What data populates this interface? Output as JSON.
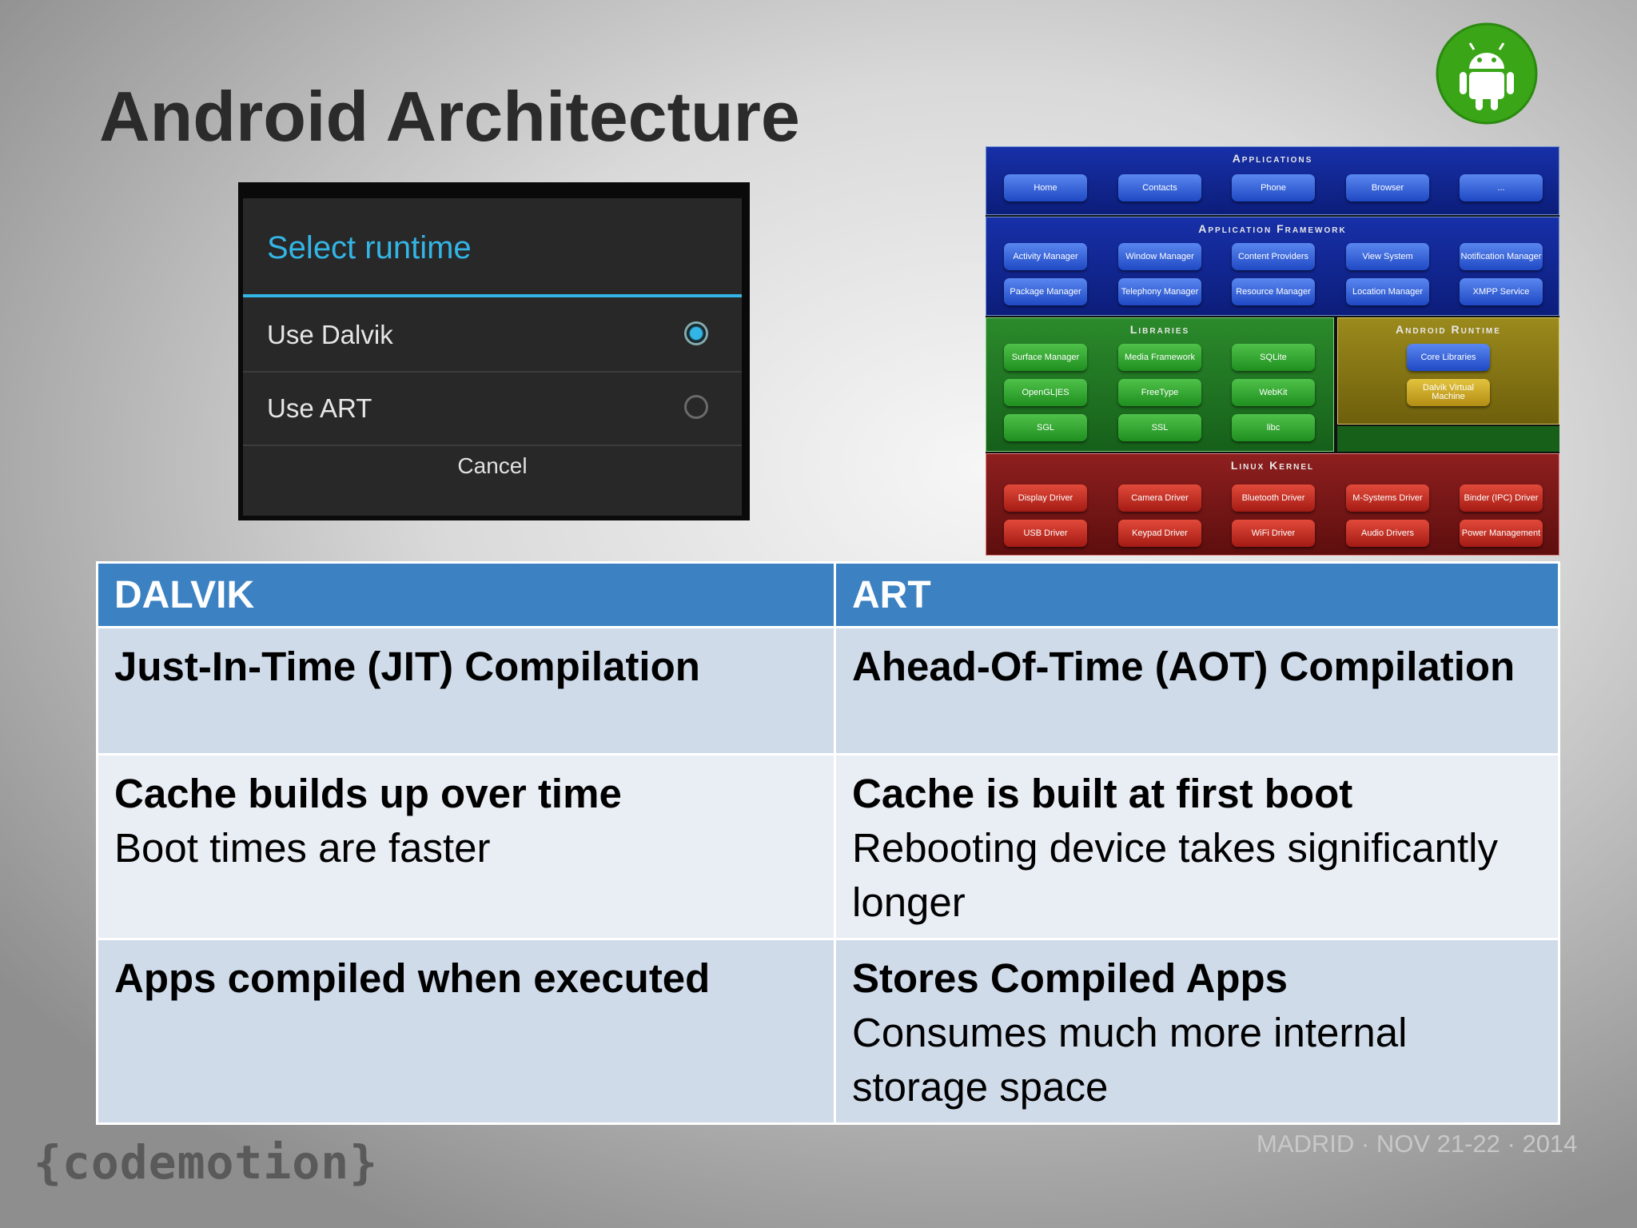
{
  "slide": {
    "title": "Android Architecture",
    "brand": "{codemotion}",
    "event": "MADRID · NOV 21-22 · 2014",
    "logo_icon": "android-robot-icon",
    "accent_color": "#3c82c3"
  },
  "dialog": {
    "title": "Select runtime",
    "options": [
      {
        "label": "Use Dalvik",
        "selected": true
      },
      {
        "label": "Use ART",
        "selected": false
      }
    ],
    "cancel_label": "Cancel",
    "accent_color": "#33b5e5"
  },
  "architecture": {
    "applications": {
      "title": "Applications",
      "items": [
        "Home",
        "Contacts",
        "Phone",
        "Browser",
        "..."
      ]
    },
    "framework": {
      "title": "Application Framework",
      "items": [
        "Activity Manager",
        "Window Manager",
        "Content Providers",
        "View System",
        "Notification Manager",
        "Package Manager",
        "Telephony Manager",
        "Resource Manager",
        "Location Manager",
        "XMPP Service"
      ]
    },
    "libraries": {
      "title": "Libraries",
      "items": [
        "Surface Manager",
        "Media Framework",
        "SQLite",
        "OpenGL|ES",
        "FreeType",
        "WebKit",
        "SGL",
        "SSL",
        "libc"
      ]
    },
    "runtime": {
      "title": "Android Runtime",
      "items": [
        "Core Libraries",
        "Dalvik Virtual Machine"
      ]
    },
    "kernel": {
      "title": "Linux Kernel",
      "items": [
        "Display Driver",
        "Camera Driver",
        "Bluetooth Driver",
        "M-Systems Driver",
        "Binder (IPC) Driver",
        "USB Driver",
        "Keypad Driver",
        "WiFi Driver",
        "Audio Drivers",
        "Power Management"
      ]
    }
  },
  "comparison": {
    "headers": [
      "DALVIK",
      "ART"
    ],
    "rows": [
      {
        "dalvik": {
          "bold": "Just-In-Time (JIT) Compilation",
          "normal": ""
        },
        "art": {
          "bold": "Ahead-Of-Time (AOT) Compilation",
          "normal": ""
        }
      },
      {
        "dalvik": {
          "bold": "Cache builds up over time",
          "normal": "Boot times are faster"
        },
        "art": {
          "bold": "Cache is built at first boot",
          "normal": "Rebooting device takes significantly longer"
        }
      },
      {
        "dalvik": {
          "bold": "Apps compiled when executed",
          "normal": ""
        },
        "art": {
          "bold": "Stores Compiled Apps",
          "normal": "Consumes much more internal storage space"
        }
      }
    ]
  }
}
